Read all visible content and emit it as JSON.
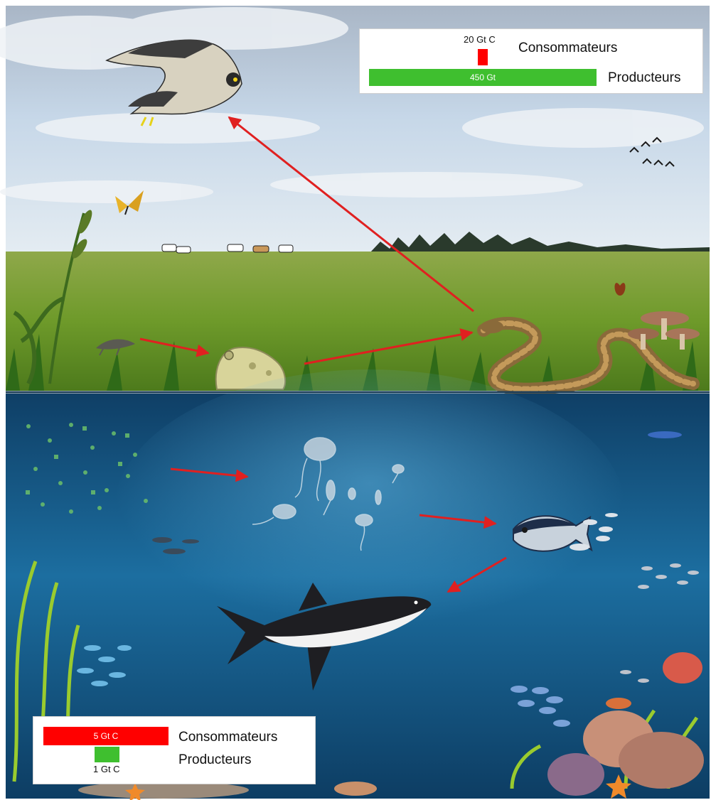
{
  "scene": {
    "terrestrial": {
      "organisms": [
        "falcon-icon",
        "butterfly-icon",
        "cow-icon",
        "grasshopper-icon",
        "frog-icon",
        "snake-icon",
        "mushroom-icon",
        "cattail-icon",
        "geese-icon"
      ],
      "chain": [
        "grasshopper",
        "frog",
        "snake",
        "falcon"
      ]
    },
    "marine": {
      "organisms": [
        "phytoplankton-icon",
        "jellyfish-icon",
        "tuna-icon",
        "shark-icon",
        "small-fish-icon",
        "coral-icon",
        "seaweed-icon",
        "starfish-icon"
      ],
      "chain": [
        "phytoplankton",
        "jellyfish",
        "tuna",
        "shark"
      ]
    }
  },
  "legends": {
    "terrestrial": {
      "consumers": {
        "label": "Consommateurs",
        "value_text": "20 Gt C",
        "value": 20
      },
      "producers": {
        "label": "Producteurs",
        "value_text": "450 Gt",
        "value": 450
      }
    },
    "marine": {
      "consumers": {
        "label": "Consommateurs",
        "value_text": "5 Gt C",
        "value": 5
      },
      "producers": {
        "label": "Producteurs",
        "value_text": "1 Gt C",
        "value": 1
      }
    }
  },
  "colors": {
    "consumers": "#ff0000",
    "producers": "#3fbf2f",
    "arrow": "#e02020",
    "sky_top": "#aebccb",
    "grass": "#7c9a2c",
    "ocean": "#1a5f8a"
  }
}
